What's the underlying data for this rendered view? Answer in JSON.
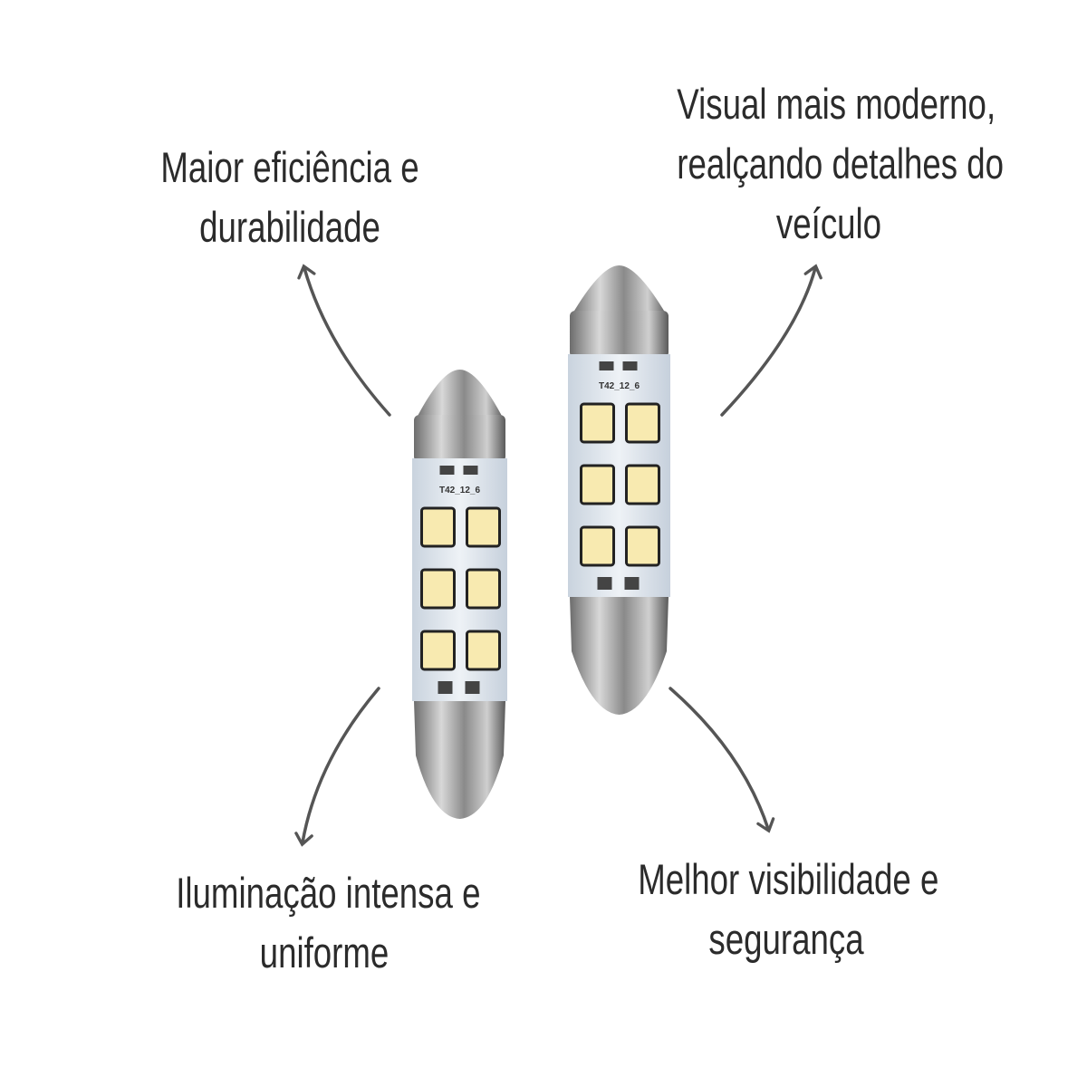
{
  "features": [
    {
      "lines": [
        "Maior eficiência e",
        "durabilidade"
      ]
    },
    {
      "lines": [
        "Visual mais moderno,",
        "realçando detalhes do",
        "veículo"
      ]
    },
    {
      "lines": [
        "Iluminação intensa e",
        "uniforme"
      ]
    },
    {
      "lines": [
        "Melhor visibilidade e",
        "segurança"
      ]
    }
  ],
  "product": {
    "pcb_label": "T42_12_6",
    "led_count": 6
  },
  "colors": {
    "text": "#2b2b2b",
    "arrow": "#555555",
    "pcb": "#dfe6ee",
    "led": "#f8eab0"
  }
}
